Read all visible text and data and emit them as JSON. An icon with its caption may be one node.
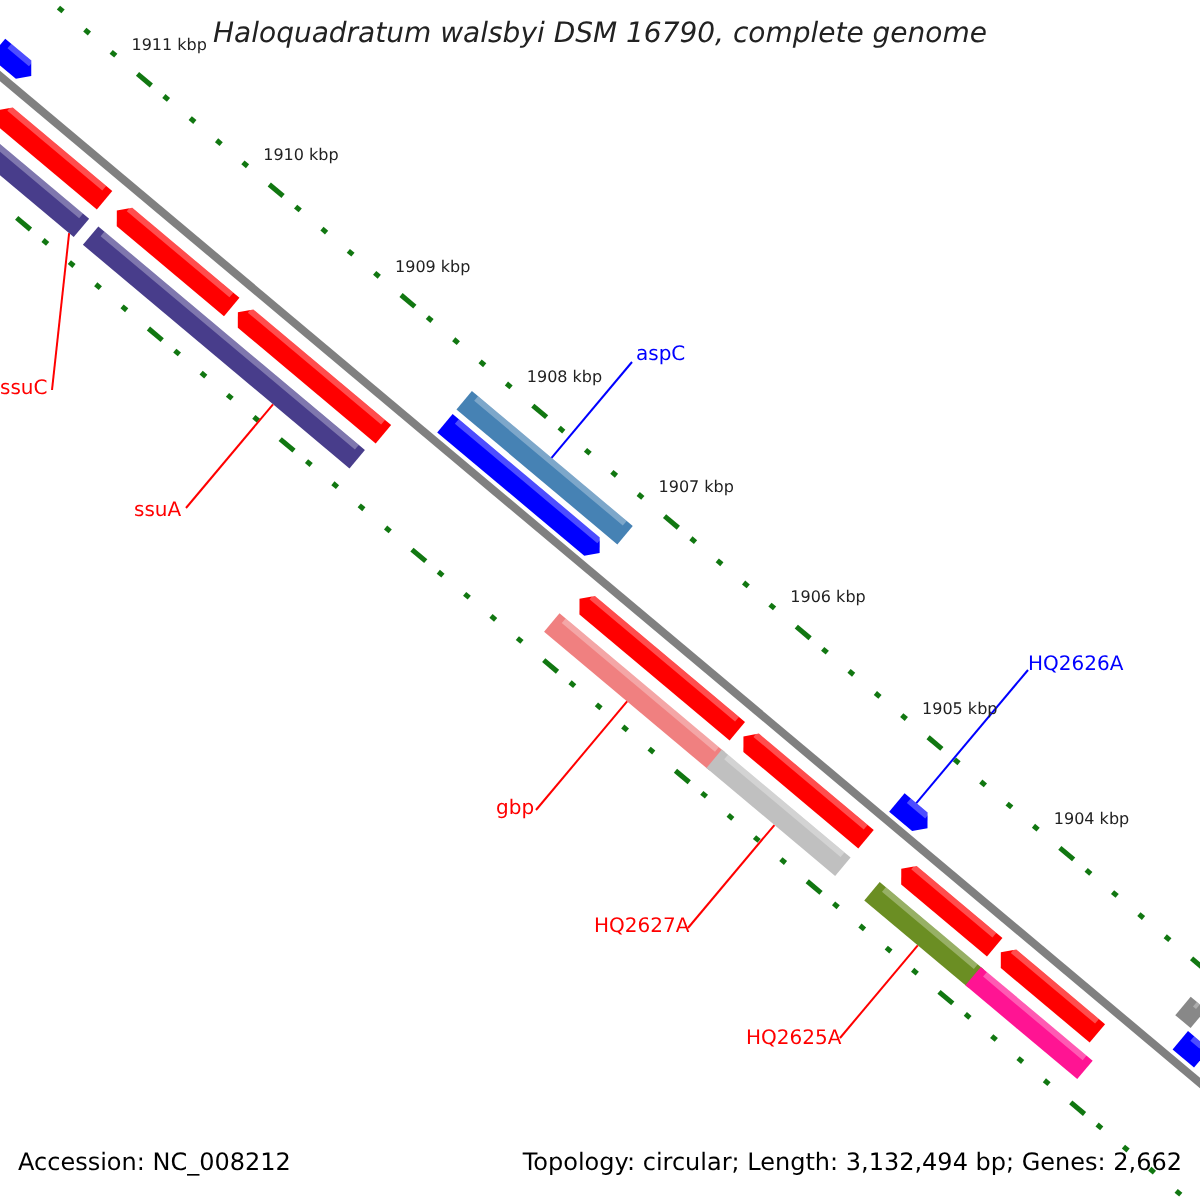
{
  "diagram": {
    "title": "Haloquadratum walsbyi DSM 16790, complete genome",
    "nodes": [
      {
        "text": [
          "ssuC"
        ]
      },
      {
        "text": [
          "ssuA"
        ]
      },
      {
        "text": [
          "aspC"
        ]
      },
      {
        "text": [
          "HQ2626A"
        ]
      },
      {
        "text": [
          "gbp"
        ]
      },
      {
        "text": [
          "HQ2627A"
        ]
      },
      {
        "text": [
          "HQ2625A"
        ]
      },
      {
        "text": [],
        "shape": "bar"
      },
      {
        "text": [],
        "shape": "bar"
      },
      {
        "text": [],
        "shape": "bar"
      },
      {
        "text": [],
        "shape": "bar"
      },
      {
        "text": [],
        "shape": "bar"
      },
      {
        "text": [],
        "shape": "bar"
      },
      {
        "text": [],
        "shape": "bar"
      },
      {
        "text": [],
        "shape": "bar"
      },
      {
        "text": [],
        "shape": "bar"
      },
      {
        "text": [],
        "shape": "bar"
      },
      {
        "text": [],
        "shape": "bar"
      },
      {
        "text": [],
        "shape": "bar"
      },
      {
        "text": [],
        "shape": "bar"
      },
      {
        "text": [],
        "shape": "bar"
      },
      {
        "text": [],
        "shape": "bar"
      },
      {
        "text": [],
        "shape": "bar"
      },
      {
        "text": [],
        "shape": "bar"
      },
      {
        "text": [],
        "shape": "bar"
      },
      {
        "text": [],
        "shape": "bar"
      }
    ],
    "edges": [
      {
        "from": 0,
        "to": 9,
        "arrow": "none"
      },
      {
        "from": 1,
        "to": 11,
        "arrow": "none"
      },
      {
        "from": 2,
        "to": 13,
        "arrow": "none",
        "color": "#0000ff"
      },
      {
        "from": 3,
        "to": 19,
        "arrow": "none",
        "color": "#0000ff"
      },
      {
        "from": 4,
        "to": 16,
        "arrow": "none"
      },
      {
        "from": 5,
        "to": 18,
        "arrow": "none"
      },
      {
        "from": 6,
        "to": 21,
        "arrow": "none"
      }
    ],
    "labels": [
      "1911 kbp",
      "1910 kbp",
      "1909 kbp",
      "1908 kbp",
      "1907 kbp",
      "1906 kbp",
      "1905 kbp",
      "1904 kbp",
      "Accession: NC_008212",
      "Topology: circular; Length: 3,132,494 bp; Genes: 2,662"
    ]
  }
}
